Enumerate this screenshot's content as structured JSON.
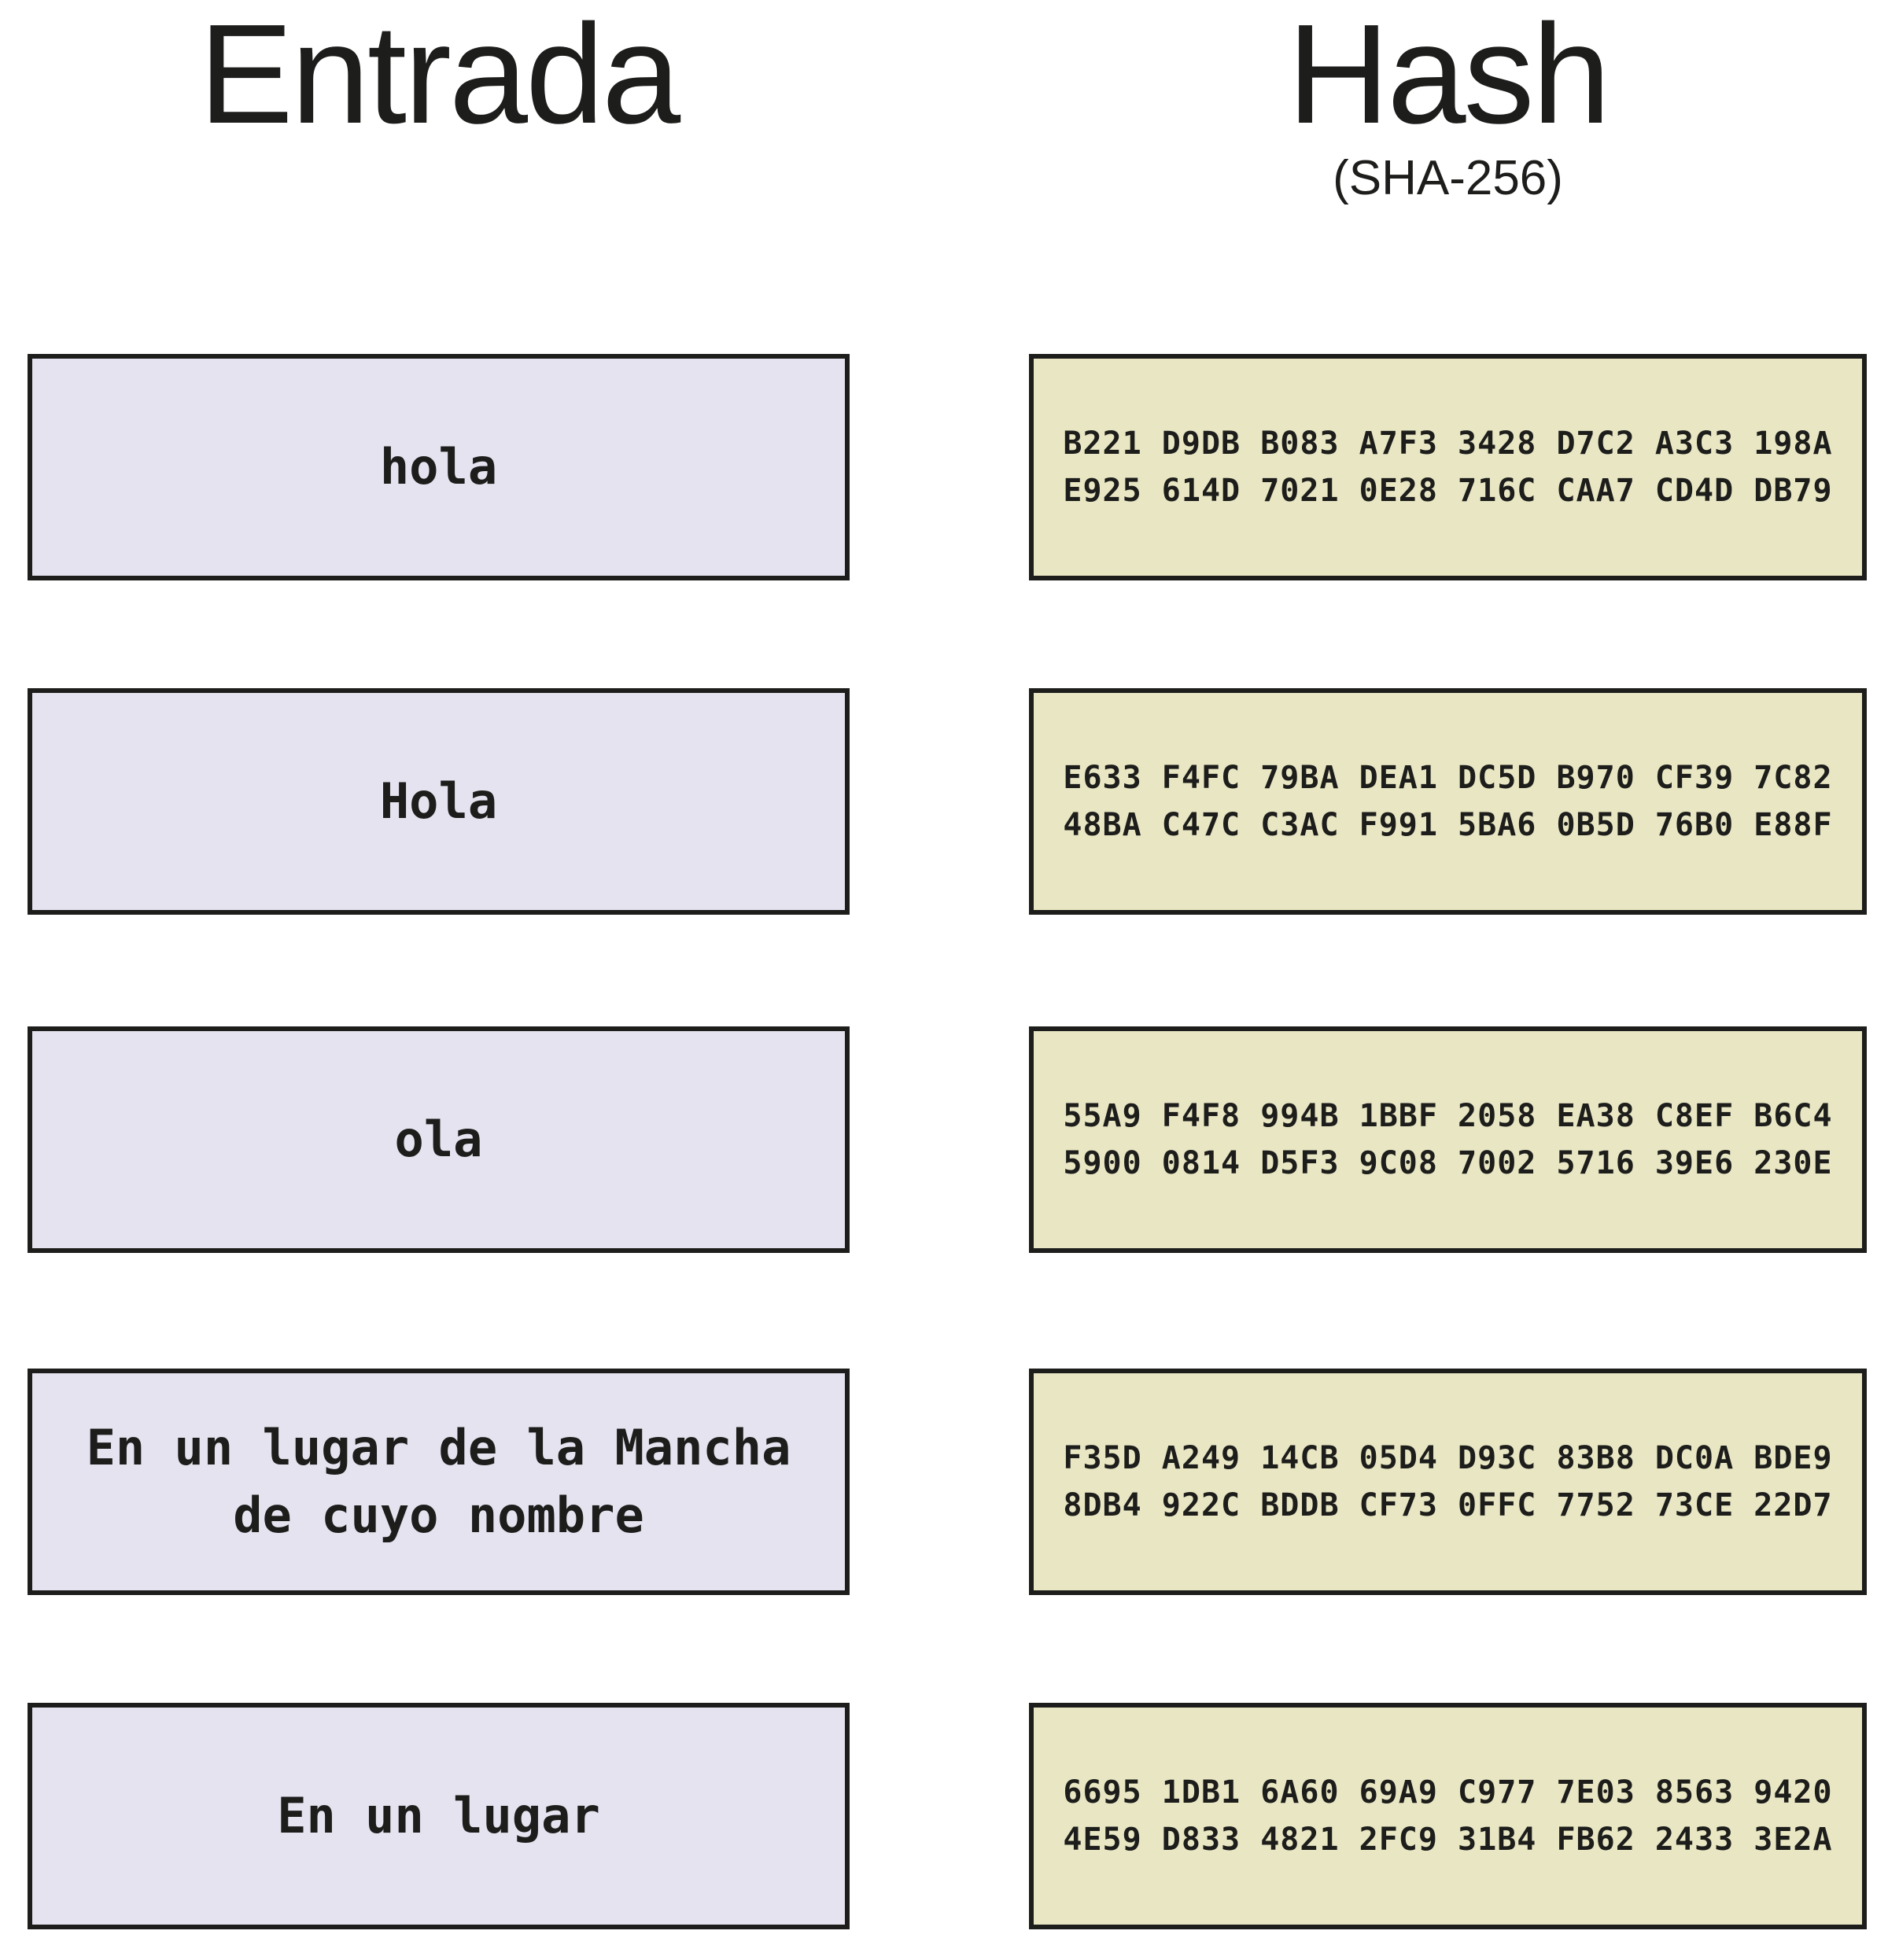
{
  "titles": {
    "input_column": "Entrada",
    "hash_column": "Hash",
    "hash_subtitle": "(SHA-256)"
  },
  "colors": {
    "background": "#ffffff",
    "input_box_fill": "#e4e3ef",
    "hash_box_fill": "#e8e6c3",
    "border": "#1d1d1b",
    "text": "#1d1d1b"
  },
  "rows": [
    {
      "input_lines": [
        "hola"
      ],
      "hash_lines": [
        "B221 D9DB B083 A7F3 3428 D7C2 A3C3 198A",
        "E925 614D 7021 0E28 716C CAA7 CD4D DB79"
      ]
    },
    {
      "input_lines": [
        "Hola"
      ],
      "hash_lines": [
        "E633 F4FC 79BA DEA1 DC5D B970 CF39 7C82",
        "48BA C47C C3AC F991 5BA6 0B5D 76B0 E88F"
      ]
    },
    {
      "input_lines": [
        "ola"
      ],
      "hash_lines": [
        "55A9 F4F8 994B 1BBF 2058 EA38 C8EF B6C4",
        "5900 0814 D5F3 9C08 7002 5716 39E6 230E"
      ]
    },
    {
      "input_lines": [
        "En un lugar de la Mancha",
        "de cuyo nombre"
      ],
      "hash_lines": [
        "F35D A249 14CB 05D4 D93C 83B8 DC0A BDE9",
        "8DB4 922C BDDB CF73 0FFC 7752 73CE 22D7"
      ]
    },
    {
      "input_lines": [
        "En un lugar"
      ],
      "hash_lines": [
        "6695 1DB1 6A60 69A9 C977 7E03 8563 9420",
        "4E59 D833 4821 2FC9 31B4 FB62 2433 3E2A"
      ]
    }
  ]
}
